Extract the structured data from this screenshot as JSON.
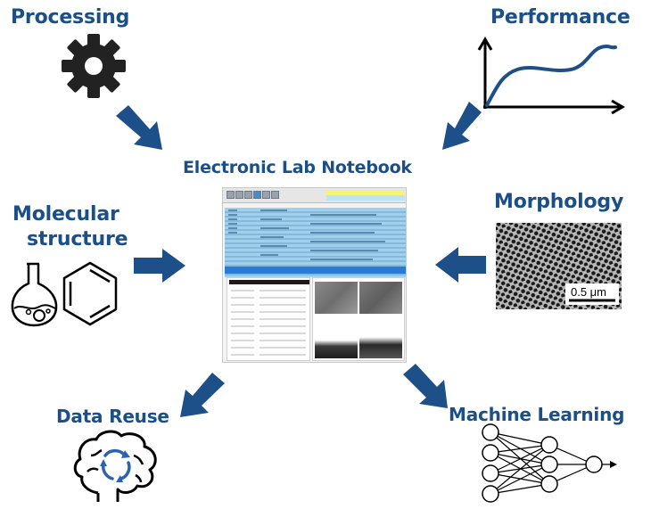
{
  "labels": {
    "processing": "Processing",
    "performance": "Performance",
    "center": "Electronic Lab Notebook",
    "molecular_line1": "Molecular",
    "molecular_line2": "structure",
    "morphology": "Morphology",
    "scale_bar": "0.5 μm",
    "data_reuse": "Data Reuse",
    "machine_learning": "Machine Learning"
  },
  "colors": {
    "heading": "#1b4f8a",
    "arrow": "#1d4f88",
    "icon_dark": "#222222",
    "curve": "#1d4f88"
  },
  "icons": {
    "processing": "gear-icon",
    "performance": "performance-curve-icon",
    "molecular": [
      "flask-icon",
      "benzene-ring-icon"
    ],
    "morphology": "sem-micrograph-image",
    "data_reuse": "brain-recycle-icon",
    "machine_learning": "neural-network-icon",
    "center": "eln-screenshot-image"
  }
}
